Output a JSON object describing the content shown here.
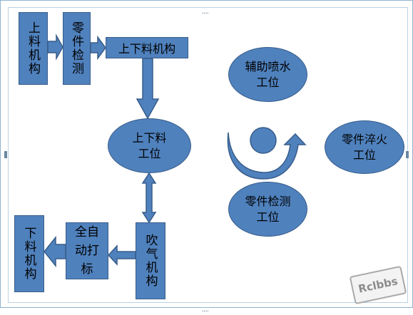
{
  "nodes": {
    "loading": "上料机构",
    "inspection": "零件检测",
    "loader_unloader": "上下料机构",
    "loading_station": "上下料工位",
    "auxiliary_spray": "辅助喷水工位",
    "quench_station": "零件淬火工位",
    "detect_station": "零件检测工位",
    "unloading": "下料机构",
    "marking": "全自动打标",
    "blowing": "吹气机构"
  },
  "colors": {
    "fill": "#4f81bd",
    "stroke": "#385d8a"
  },
  "watermark": "Rclbbs",
  "icons": {
    "rotation": "curved-rotation-arrow-icon"
  }
}
